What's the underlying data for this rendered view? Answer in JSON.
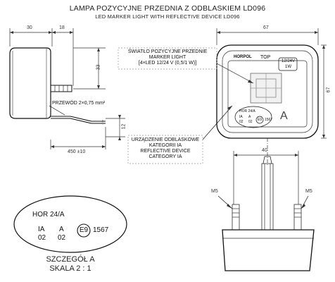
{
  "title": {
    "line1": "LAMPA POZYCYJNE PRZEDNIA Z ODBLASKIEM LD096",
    "line2": "LED MARKER LIGHT WITH REFLECTIVE DEVICE LD096"
  },
  "dimensions": {
    "width_30": "30",
    "width_18": "18",
    "height_33": "33",
    "height_12": "12",
    "cable_len": "450 ±10",
    "front_67_top": "67",
    "front_67_side": "67",
    "bolt_spacing": "40",
    "bolt_left": "M5",
    "bolt_right": "M5"
  },
  "notes": {
    "wire": "PRZEWÓD 2×0,75 mm²",
    "light_line1": "ŚWIATŁO POZYCYJNE PRZEDNIE",
    "light_line2": "MARKER LIGHT",
    "light_line3": "[4×LED 12/24 V (0,5/1 W)]",
    "reflector_line1": "URZĄDZENIE ODBLASKOWE",
    "reflector_line2": "KATEGORII IA",
    "reflector_line3": "REFLECTIVE DEVICE",
    "reflector_line4": "CATEGORY IA"
  },
  "lamp_face": {
    "brand": "HORPOL",
    "top": "TOP",
    "voltage": "12/24V",
    "watt": "1W",
    "hor": "HOR 24/A",
    "ia": "IA",
    "a": "A",
    "num02a": "02",
    "num02b": "02",
    "e9": "E9",
    "approval": "1567",
    "letter_a": "A"
  },
  "detail": {
    "hor": "HOR 24/A",
    "ia": "IA",
    "num02a": "02",
    "a": "A",
    "num02b": "02",
    "e9": "E9",
    "approval": "1567",
    "caption1": "SZCZEGÓŁ A",
    "caption2": "SKALA 2 : 1"
  }
}
